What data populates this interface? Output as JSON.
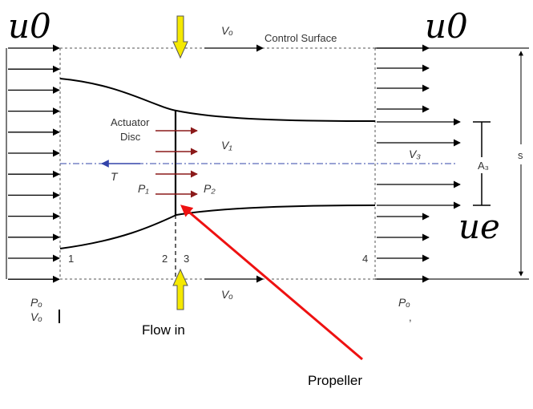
{
  "diagram": {
    "title_left": "u0",
    "title_right": "u0",
    "exit_symbol": "ue",
    "control_surface_label": "Control Surface",
    "v0_top": "Vₒ",
    "v0_bottom": "Vₒ",
    "actuator_line1": "Actuator",
    "actuator_line2": "Disc",
    "v1": "V₁",
    "v3": "V₃",
    "thrust": "T",
    "p1": "P₁",
    "p2": "P₂",
    "a3": "A₃",
    "s": "s",
    "station_1": "1",
    "station_2": "2",
    "station_3": "3",
    "station_4": "4",
    "p0_left": "Pₒ",
    "v0_left": "Vₒ",
    "p0_right": "Pₒ",
    "right_comma": ",",
    "flow_in_label": "Flow in",
    "propeller_label": "Propeller",
    "colors": {
      "arrow_yellow": "#f5e900",
      "red": "#ee1111",
      "dark_red": "#8b1a1a",
      "blue": "#3344aa"
    }
  }
}
